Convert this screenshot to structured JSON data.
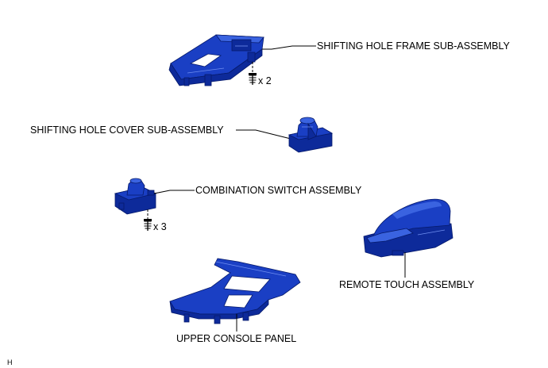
{
  "labels": {
    "shifting_hole_frame": "SHIFTING HOLE FRAME SUB-ASSEMBLY",
    "shifting_hole_cover": "SHIFTING HOLE COVER SUB-ASSEMBLY",
    "combination_switch": "COMBINATION SWITCH ASSEMBLY",
    "remote_touch": "REMOTE TOUCH ASSEMBLY",
    "upper_console_panel": "UPPER CONSOLE PANEL"
  },
  "fasteners": {
    "frame_screw_qty": "x 2",
    "switch_screw_qty": "x 3"
  },
  "figure_code": "H",
  "colors": {
    "part_dark": "#0d2a9a",
    "part_mid": "#1a3fc4",
    "part_light": "#3a63e0",
    "line": "#000000",
    "background": "#ffffff"
  }
}
